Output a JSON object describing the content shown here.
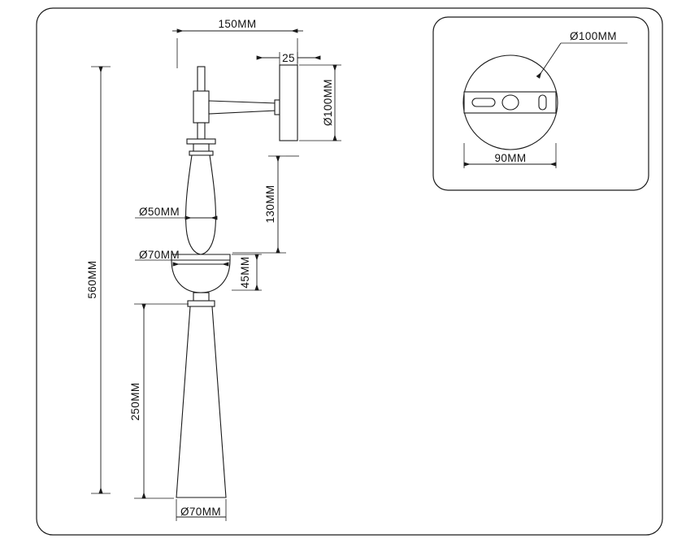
{
  "drawing": {
    "title": "Wall Lamp Technical Dimension Drawing",
    "units": "MM",
    "background_color": "#ffffff",
    "line_color": "#1a1a1a"
  },
  "main_view": {
    "name": "side-elevation",
    "dimensions": {
      "overall_height": "560MM",
      "arm_reach": "150MM",
      "backplate_thickness": "25",
      "backplate_diameter": "Ø100MM",
      "drop_to_shade": "130MM",
      "bowl_height": "45MM",
      "cone_height": "250MM",
      "upper_glass_diameter": "Ø50MM",
      "bowl_diameter": "Ø70MM",
      "cone_base_diameter": "Ø70MM"
    }
  },
  "detail_view": {
    "name": "backplate-front-view",
    "dimensions": {
      "plate_diameter": "Ø100MM",
      "bracket_width": "90MM"
    },
    "features": {
      "slot_horizontal": "horizontal-slot",
      "hole_center": "center-hole",
      "slot_vertical": "vertical-slot"
    }
  }
}
